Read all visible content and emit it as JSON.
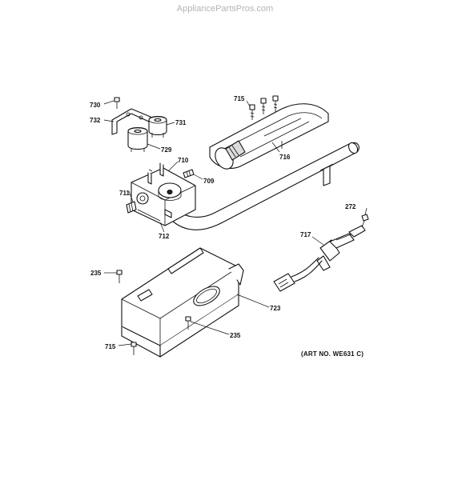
{
  "watermark": "AppliancePartsPros.com",
  "art_number": "(ART NO. WE631 C)",
  "part_labels": {
    "p730": "730",
    "p732": "732",
    "p731": "731",
    "p729": "729",
    "p710": "710",
    "p709": "709",
    "p711": "711",
    "p712": "712",
    "p715_top": "715",
    "p716": "716",
    "p272": "272",
    "p717": "717",
    "p235_left": "235",
    "p235_bottom": "235",
    "p723": "723",
    "p715_bottom": "715"
  }
}
